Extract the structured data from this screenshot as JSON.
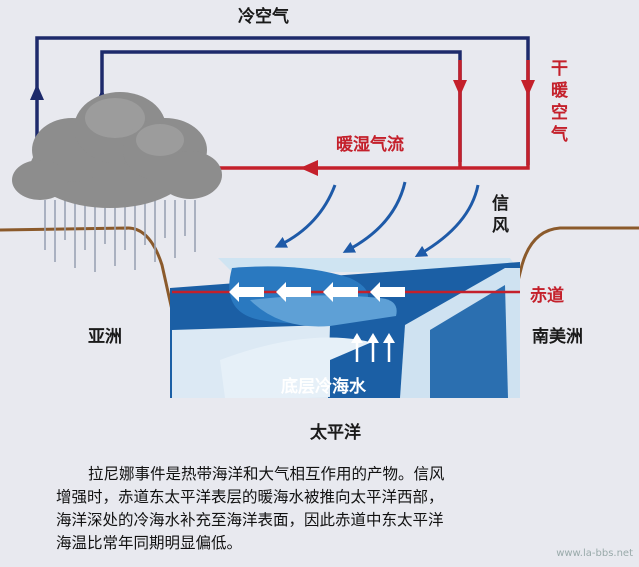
{
  "labels": {
    "cold_air": "冷空气",
    "dry_warm_air": "干暖空气",
    "warm_humid_flow": "暖湿气流",
    "trade_wind": "信风",
    "equator": "赤道",
    "asia": "亚洲",
    "south_america": "南美洲",
    "bottom_cold_water": "底层冷海水",
    "pacific": "太平洋"
  },
  "caption_lines": [
    "拉尼娜事件是热带海洋和大气相互作用的产物。信风",
    "增强时，赤道东太平洋表层的暖海水被推向太平洋西部，",
    "海洋深处的冷海水补充至海洋表面，因此赤道中东太平洋",
    "海温比常年同期明显偏低。"
  ],
  "watermark": "www.la-bbs.net",
  "colors": {
    "background": "#e8e9ef",
    "cold_air_line": "#1d2a6b",
    "warm_air_line": "#c4202b",
    "ocean_deep": "#1b5fa5",
    "ocean_light": "#cfe4f2",
    "cloud": "#8d8d8d",
    "text_dark": "#1a1a1a",
    "text_red": "#c4202b"
  },
  "icons": [
    "cloud-icon",
    "rain-icon",
    "arrow-icon"
  ]
}
